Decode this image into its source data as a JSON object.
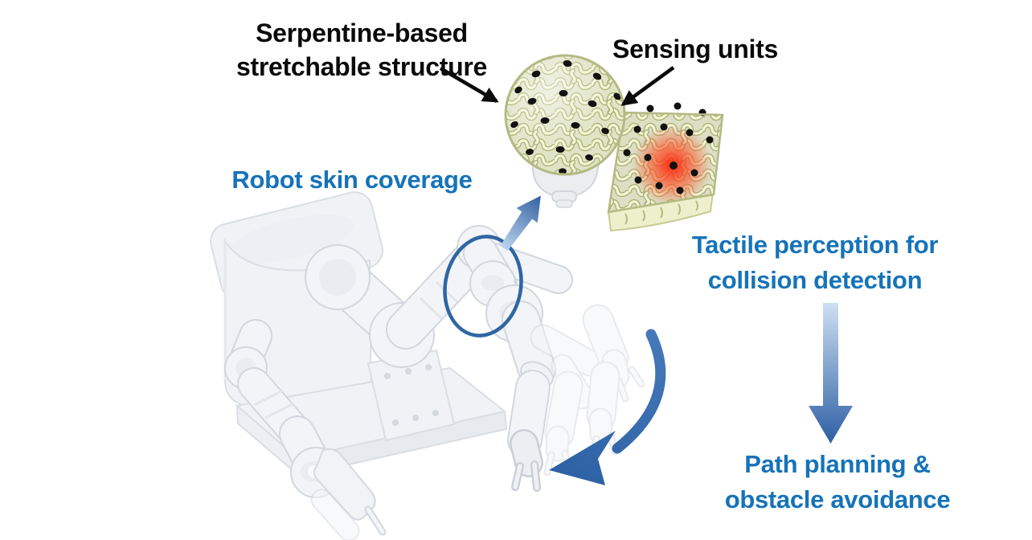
{
  "figure": {
    "type": "scientific-diagram",
    "background": "#ffffff",
    "labels": {
      "serpentine_structure": {
        "line1": "Serpentine-based",
        "line2": "stretchable structure",
        "color": "#0a0a0a"
      },
      "sensing_units": {
        "text": "Sensing units",
        "color": "#0a0a0a"
      },
      "robot_skin_coverage": {
        "text": "Robot skin coverage",
        "color": "#1673b9"
      },
      "tactile_perception": {
        "line1": "Tactile perception for",
        "line2": "collision detection",
        "color": "#1673b9"
      },
      "path_planning": {
        "line1": "Path planning &",
        "line2": "obstacle avoidance",
        "color": "#1673b9"
      }
    },
    "graphics": {
      "robot": "light-grey dual-arm collaborative robot with circled wrist joint and ghosted motion-sweep arm positions",
      "skin_dome": "hemispherical joint cover with serpentine stretchable mesh and black sensing units on a grey pedestal",
      "skin_patch": "stretchable serpentine sensor patch with black sensing units and red touch highlight",
      "icons": [
        "label-arrow-to-dome-icon",
        "label-arrow-to-dots-icon",
        "up-right-arrow-icon",
        "down-arrow-icon",
        "curved-sweep-arrow-icon",
        "joint-highlight-ellipse-icon"
      ]
    },
    "colors": {
      "accent_blue": "#1673b9",
      "arrow_gradient_light": "#bad3ee",
      "arrow_gradient_dark": "#2c5fa4",
      "curved_arrow_blue": "#3a70b2",
      "ellipse_stroke": "#2f66a3",
      "skin_base": "#e0e4c6",
      "skin_tube": "#f3f5d8",
      "skin_outline": "#a9b172",
      "sensing_dot": "#111111",
      "touch_highlight": "#ff2012",
      "robot_grey": "#f3f4f7",
      "label_arrow_black": "#0b0b0b"
    }
  }
}
